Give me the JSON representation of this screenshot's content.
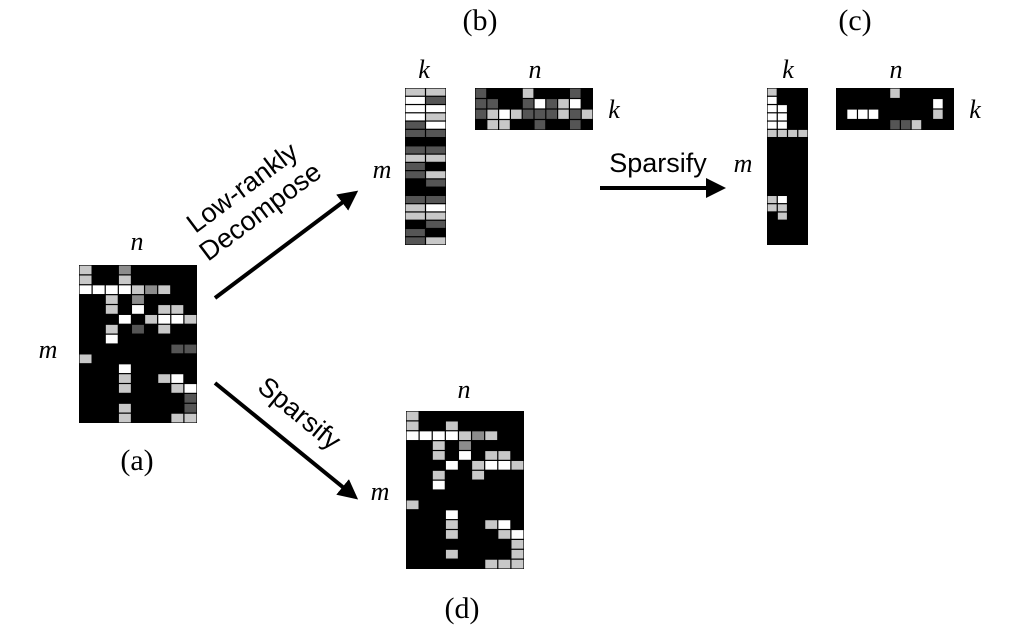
{
  "panels": {
    "a": {
      "caption": "(a)",
      "n_label": "n",
      "m_label": "m"
    },
    "b": {
      "caption": "(b)",
      "k_label": "k",
      "n_label": "n",
      "m_label": "m",
      "k_right_label": "k"
    },
    "c": {
      "caption": "(c)",
      "k_label": "k",
      "n_label": "n",
      "m_label": "m",
      "k_right_label": "k"
    },
    "d": {
      "caption": "(d)",
      "n_label": "n",
      "m_label": "m"
    }
  },
  "arrows": {
    "decompose_line1": "Low-rankly",
    "decompose_line2": "Decompose",
    "sparsify_right": "Sparsify",
    "sparsify_down": "Sparsify"
  },
  "colors": {
    "background": "#000000",
    "bright": "#ffffff",
    "light": "#c8c8c8",
    "mid": "#8c8c8c",
    "dark": "#555555"
  },
  "matrices": {
    "a": [
      "L  G     ",
      "L  L     ",
      "WWWWLGL  ",
      "  L G    ",
      "  L W LL ",
      "   W LWWL",
      "  L D L  ",
      "  W      ",
      "       DD",
      "L        ",
      "   W     ",
      "   L  LW ",
      "   L   LW",
      "        D",
      "   L    D",
      "   L   LL"
    ],
    "b_left": [
      "LL",
      "WD",
      "WW",
      "WL",
      "DW",
      "DD",
      "  ",
      "DD",
      "LL",
      "D ",
      "DL",
      " D",
      "  ",
      "DD",
      "LW",
      "LL",
      " D",
      "D ",
      "DL"
    ],
    "b_right": [
      "D   L   D ",
      "DD  DWDLW ",
      "DLWLDDDLDL",
      " LL  D  D "
    ],
    "c_left": [
      "L ",
      "W ",
      "WW",
      "WW",
      "WW",
      "LLLL",
      "  ",
      "  ",
      "  ",
      "  ",
      "  ",
      "  ",
      "  ",
      "LW",
      "LL",
      " L",
      "  ",
      "  ",
      "  "
    ],
    "c_right": [
      "     L     ",
      "         W ",
      " WWW     L ",
      "     DDL   "
    ],
    "d": [
      "L        ",
      "L  L     ",
      "WWWWLGL  ",
      "  L G    ",
      "  L W LL ",
      "   W LWWL",
      "  L  L   ",
      "  W      ",
      "         ",
      "L        ",
      "   W     ",
      "   L  LW ",
      "   L   LW",
      "        L",
      "   L    L",
      "      LLL"
    ]
  }
}
